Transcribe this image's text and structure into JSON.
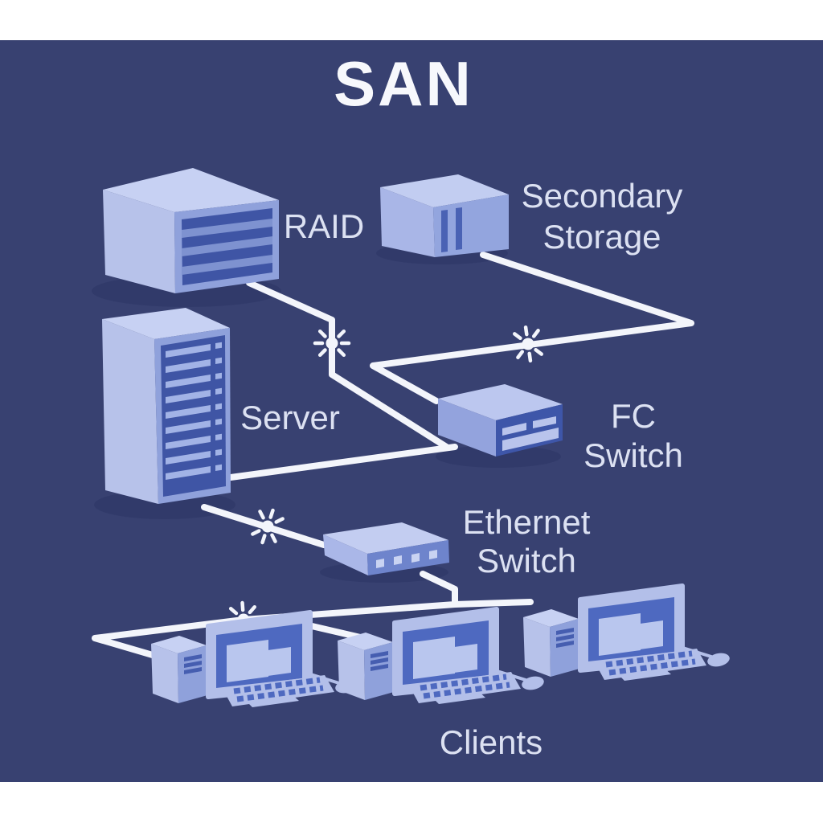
{
  "title": "SAN",
  "labels": {
    "raid": "RAID",
    "secondary_storage": [
      "Secondary",
      "Storage"
    ],
    "server": "Server",
    "fc_switch": [
      "FC",
      "Switch"
    ],
    "ethernet_switch": [
      "Ethernet",
      "Switch"
    ],
    "clients": "Clients"
  },
  "nodes": [
    "RAID",
    "Secondary Storage",
    "Server",
    "FC Switch",
    "Ethernet Switch",
    "Clients"
  ],
  "connections": [
    {
      "from": "RAID",
      "to": "FC Switch"
    },
    {
      "from": "Secondary Storage",
      "to": "FC Switch"
    },
    {
      "from": "Server",
      "to": "FC Switch"
    },
    {
      "from": "Server",
      "to": "Ethernet Switch"
    },
    {
      "from": "Ethernet Switch",
      "to": "Clients"
    }
  ],
  "client_count": 3,
  "colors": {
    "background": "#384171",
    "page_margin": "#ffffff",
    "connection_line": "#f3f5fb",
    "device_top_face": "#c7d1f3",
    "device_light_face": "#b7c2ea",
    "device_mid_face": "#8fa1db",
    "device_dark_panel": "#3f55a5",
    "screen_fill": "#4e69c0",
    "label_text": "#dce1f2",
    "title_text": "#f7f8fc"
  }
}
